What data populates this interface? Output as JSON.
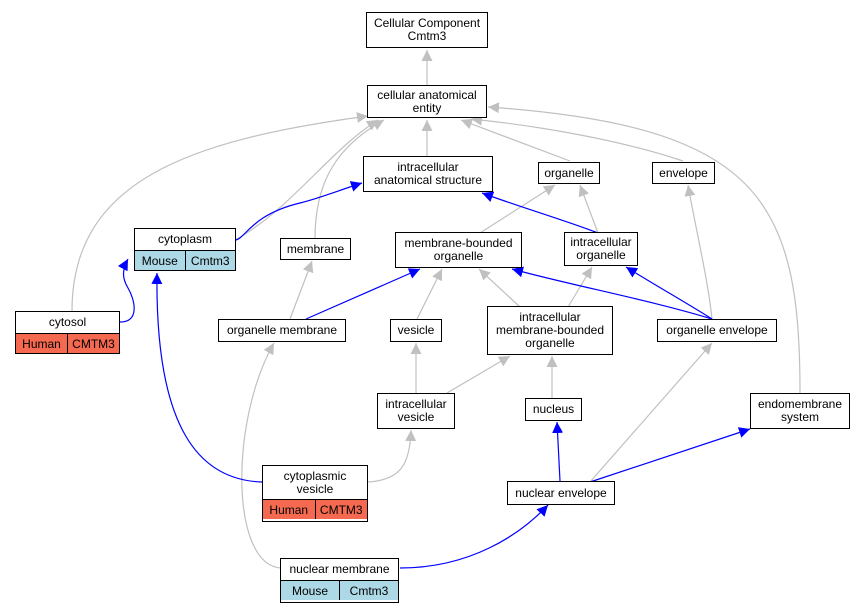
{
  "colors": {
    "gray_edge": "#c0c0c0",
    "blue_edge": "#0000ff",
    "mouse": "#add8e6",
    "human": "#f4694f"
  },
  "nodes": {
    "root": "Cellular Component\nCmtm3",
    "cae": "cellular anatomical\nentity",
    "ias": "intracellular\nanatomical structure",
    "organelle": "organelle",
    "envelope": "envelope",
    "cytoplasm": {
      "label": "cytoplasm",
      "tags": [
        "Mouse",
        "Cmtm3"
      ]
    },
    "membrane": "membrane",
    "mbo": "membrane-bounded\norganelle",
    "io": "intracellular\norganelle",
    "cytosol": {
      "label": "cytosol",
      "tags": [
        "Human",
        "CMTM3"
      ]
    },
    "om": "organelle membrane",
    "vesicle": "vesicle",
    "imbo": "intracellular\nmembrane-bounded\norganelle",
    "oe": "organelle envelope",
    "iv": "intracellular\nvesicle",
    "nucleus": "nucleus",
    "endo": "endomembrane\nsystem",
    "cv": {
      "label": "cytoplasmic\nvesicle",
      "tags": [
        "Human",
        "CMTM3"
      ]
    },
    "ne": "nuclear envelope",
    "nm": {
      "label": "nuclear membrane",
      "tags": [
        "Mouse",
        "Cmtm3"
      ]
    }
  }
}
